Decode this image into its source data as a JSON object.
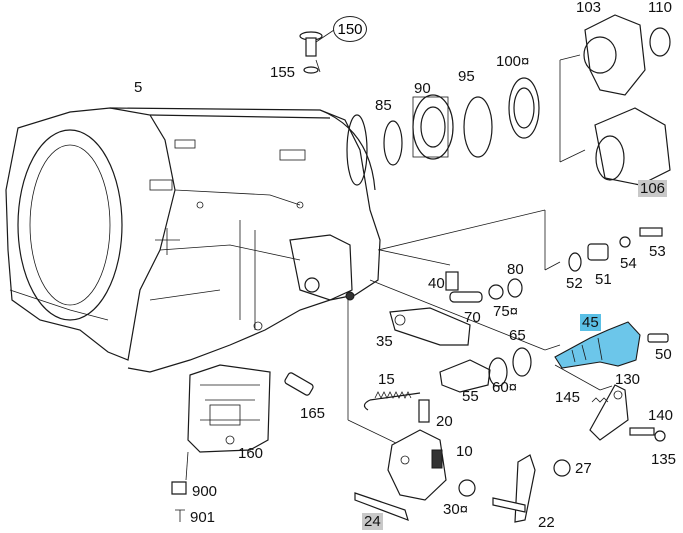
{
  "labels": {
    "l5": "5",
    "l150": "150",
    "l155": "155",
    "l85": "85",
    "l90": "90",
    "l95": "95",
    "l100": "100¤",
    "l103": "103",
    "l110": "110",
    "l106": "106",
    "l53": "53",
    "l52": "52",
    "l51": "51",
    "l54": "54",
    "l40": "40",
    "l80": "80",
    "l70": "70",
    "l75": "75¤",
    "l35": "35",
    "l65": "65",
    "l45": "45",
    "l50": "50",
    "l15": "15",
    "l55": "55",
    "l60": "60¤",
    "l130": "130",
    "l145": "145",
    "l140": "140",
    "l135": "135",
    "l165": "165",
    "l20": "20",
    "l160": "160",
    "l10": "10",
    "l27": "27",
    "l900": "900",
    "l901": "901",
    "l30": "30¤",
    "l22": "22",
    "l24": "24"
  },
  "colors": {
    "highlight_blue": "#5bc0e6",
    "highlight_gray": "#c8c8c8",
    "part_blue": "#6cc6ea"
  }
}
